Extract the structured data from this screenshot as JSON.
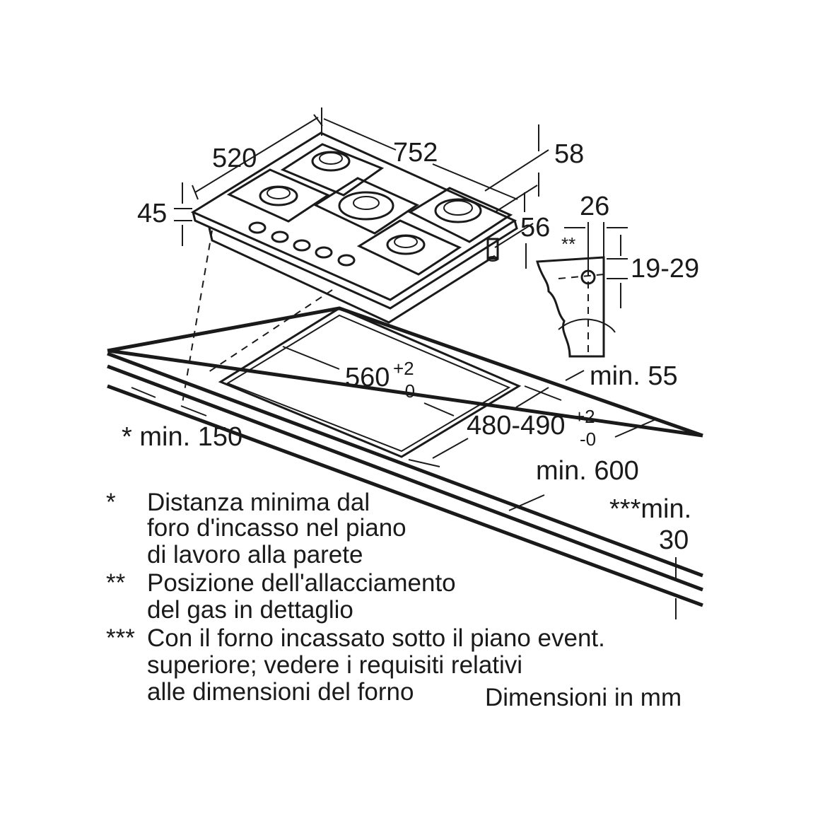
{
  "dimensions": {
    "depth": "520",
    "width": "752",
    "height_total": "45",
    "gas_height": "58",
    "gas_offset": "56",
    "pipe_offset": "26",
    "pipe_note": "**",
    "pipe_range": "19-29",
    "counter_min": "min. 55",
    "cutout_width": "560",
    "cutout_width_tol_plus": "+2",
    "cutout_width_tol_minus": "-0",
    "cutout_depth": "480-490",
    "cutout_depth_tol_plus": "+2",
    "cutout_depth_tol_minus": "-0",
    "wall_distance": "* min. 150",
    "counter_depth": "min. 600",
    "oven_note_line1": "***min.",
    "oven_note_line2": "30"
  },
  "notes": [
    {
      "mark": "*",
      "lines": [
        "Distanza minima dal",
        "foro d'incasso nel piano",
        "di lavoro alla parete"
      ]
    },
    {
      "mark": "**",
      "lines": [
        "Posizione dell'allacciamento",
        "del gas in dettaglio"
      ]
    },
    {
      "mark": "***",
      "lines": [
        "Con il forno incassato sotto il piano event.",
        "superiore; vedere i requisiti relativi",
        "alle dimensioni del forno"
      ]
    }
  ],
  "units_note": "Dimensioni in mm"
}
